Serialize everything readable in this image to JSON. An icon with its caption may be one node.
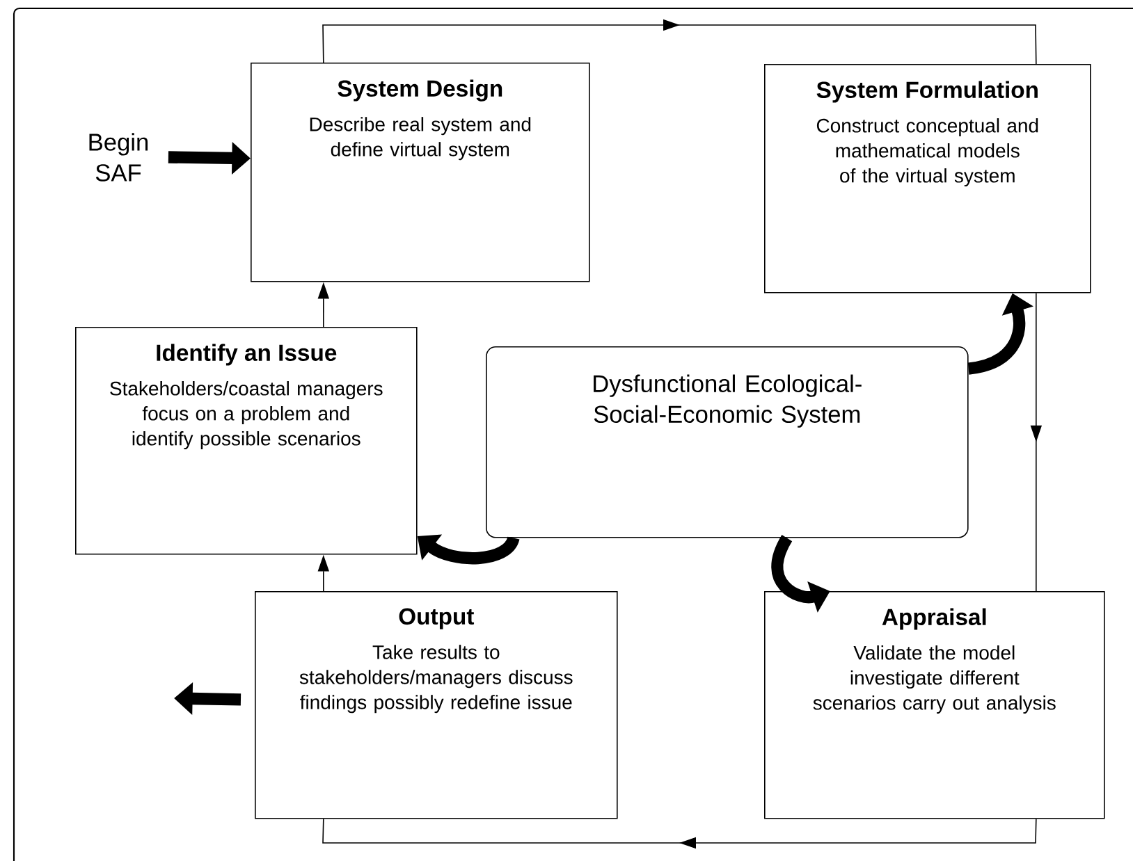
{
  "diagram": {
    "nodes": [
      {
        "text": [
          "Begin SAF"
        ]
      },
      {
        "text": [
          "System Design",
          "Describe real system and define virtual system"
        ]
      },
      {
        "text": [
          "System Formulation",
          "Construct conceptual and mathematical models of the virtual system"
        ]
      },
      {
        "text": [
          "Identify an Issue",
          "Stakeholders/coastal managers focus on a problem and identify possible scenarios"
        ]
      },
      {
        "text": [
          "Dysfunctional Ecological-Social-Economic System"
        ]
      },
      {
        "text": [
          "Output",
          "Take results to stakeholders/managers discuss findings possibly redefine issue"
        ]
      },
      {
        "text": [
          "Appraisal",
          "Validate the model investigate different scenarios carry out analysis"
        ]
      }
    ],
    "edges": [
      {
        "from": 0,
        "to": 1,
        "arrow": "to",
        "style": "thick"
      },
      {
        "from": 1,
        "to": 2,
        "arrow": "to"
      },
      {
        "from": 2,
        "to": 6,
        "arrow": "to"
      },
      {
        "from": 6,
        "to": 5,
        "arrow": "to"
      },
      {
        "from": 5,
        "to": 3,
        "arrow": "to"
      },
      {
        "from": 3,
        "to": 1,
        "arrow": "to"
      },
      {
        "from": 4,
        "to": 2,
        "arrow": "to",
        "style": "thick"
      },
      {
        "from": 4,
        "to": 3,
        "arrow": "to",
        "style": "thick"
      },
      {
        "from": 4,
        "to": 6,
        "arrow": "to",
        "style": "thick"
      },
      {
        "from": 5,
        "to": null,
        "arrow": "to",
        "style": "thick"
      }
    ]
  }
}
